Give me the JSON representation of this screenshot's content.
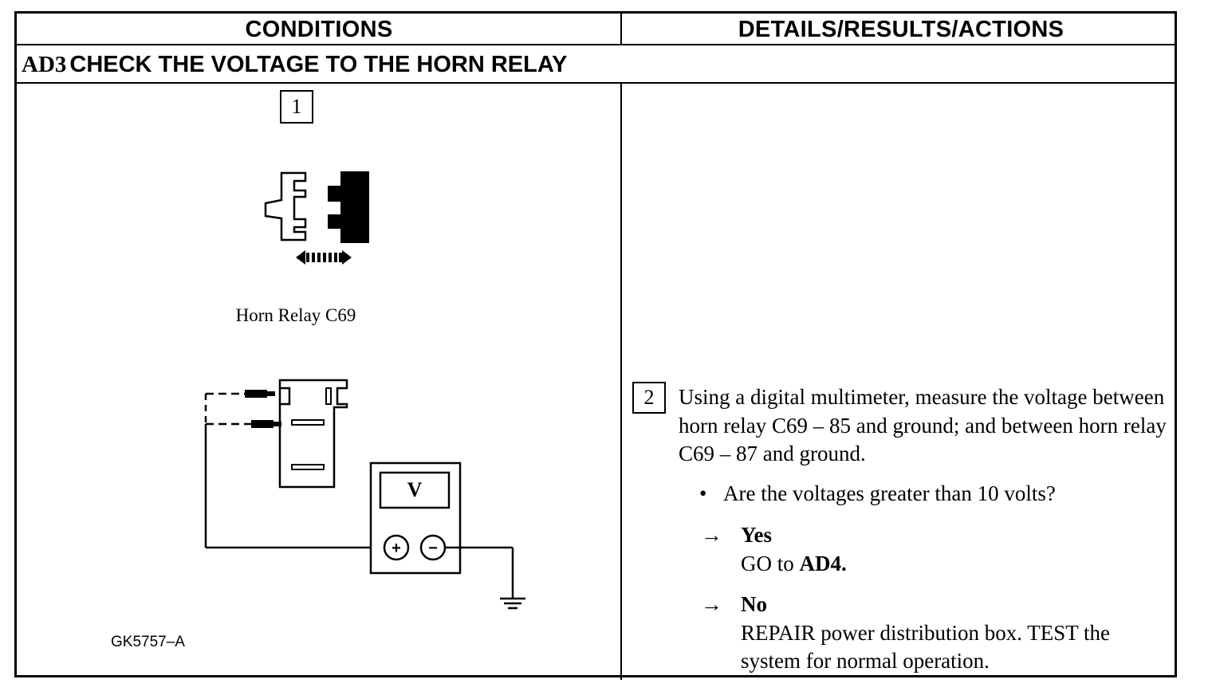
{
  "header": {
    "conditions": "CONDITIONS",
    "details": "DETAILS/RESULTS/ACTIONS"
  },
  "step": {
    "id": "AD3",
    "title": "CHECK THE VOLTAGE TO THE HORN RELAY"
  },
  "figure": {
    "number": "1",
    "relay_label": "Horn Relay C69",
    "meter_label": "V",
    "plus_symbol": "+",
    "minus_symbol": "−",
    "figure_id": "GK5757–A",
    "icons": [
      "connector-disconnect-icon",
      "multimeter-icon",
      "ground-symbol-icon"
    ]
  },
  "action": {
    "number": "2",
    "instruction": "Using a digital multimeter, measure the voltage between horn relay C69 – 85 and ground; and between horn relay C69 – 87 and ground.",
    "question": "Are the voltages greater than 10 volts?",
    "arrow_symbol": "→",
    "bullet_symbol": "•",
    "yes": {
      "label": "Yes",
      "text_prefix": "GO to ",
      "target": "AD4",
      "text_suffix": "."
    },
    "no": {
      "label": "No",
      "text": "REPAIR power distribution box. TEST the system for normal operation."
    }
  }
}
